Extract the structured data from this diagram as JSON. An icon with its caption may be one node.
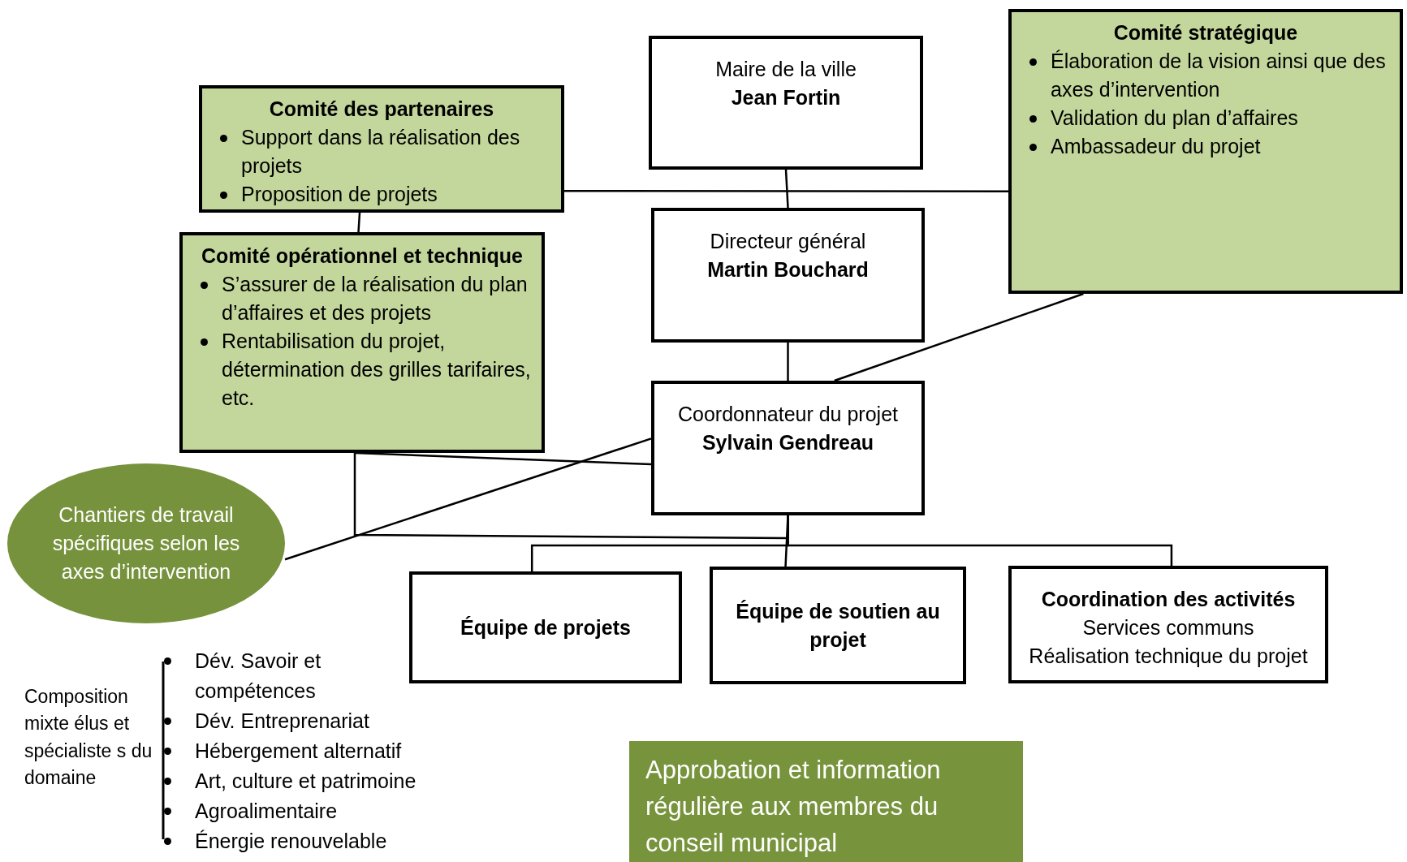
{
  "diagram": {
    "nodes": [
      {
        "text": [
          "Maire de la ville",
          "Jean Fortin"
        ]
      },
      {
        "text": [
          "Comité des partenaires",
          "Support dans la réalisation des projets",
          "Proposition de projets"
        ]
      },
      {
        "text": [
          "Comité stratégique",
          "Élaboration de la vision ainsi que des axes d’intervention",
          "Validation du plan d’affaires",
          "Ambassadeur du projet"
        ]
      },
      {
        "text": [
          "Comité opérationnel et technique",
          "S’assurer de la réalisation du plan d’affaires  et des projets",
          "Rentabilisation du projet, détermination des grilles tarifaires, etc."
        ]
      },
      {
        "text": [
          "Directeur général",
          "Martin Bouchard"
        ]
      },
      {
        "text": [
          "Coordonnateur du projet",
          "Sylvain Gendreau"
        ]
      },
      {
        "text": [
          "Chantiers de travail spécifiques selon les axes d’intervention"
        ]
      },
      {
        "text": [
          "Équipe de projets"
        ]
      },
      {
        "text": [
          "Équipe de soutien au projet"
        ]
      },
      {
        "text": [
          "Coordination des activités",
          "Services communs",
          "Réalisation technique du projet"
        ]
      },
      {
        "text": [
          "Approbation et information régulière aux membres du conseil municipal"
        ]
      }
    ],
    "edges": [
      {
        "from": 0,
        "to": 4,
        "arrow": "none"
      },
      {
        "from": 1,
        "to": 2,
        "arrow": "none"
      },
      {
        "from": 1,
        "to": 3,
        "arrow": "none"
      },
      {
        "from": 4,
        "to": 5,
        "arrow": "none"
      },
      {
        "from": 2,
        "to": 5,
        "arrow": "none"
      },
      {
        "from": 3,
        "to": 5,
        "arrow": "none"
      },
      {
        "from": 6,
        "to": 5,
        "arrow": "none"
      },
      {
        "from": 3,
        "to": 5,
        "arrow": "none"
      },
      {
        "from": 5,
        "to": 7,
        "arrow": "none"
      },
      {
        "from": 5,
        "to": 8,
        "arrow": "none"
      },
      {
        "from": 5,
        "to": 9,
        "arrow": "none"
      }
    ],
    "labels": [
      "Composition mixte élus et spécialiste s du domaine",
      "Dév. Savoir et compétences",
      "Dév.  Entreprenariat",
      "Hébergement alternatif",
      "Art, culture et patrimoine",
      "Agroalimentaire",
      "Énergie renouvelable"
    ]
  }
}
